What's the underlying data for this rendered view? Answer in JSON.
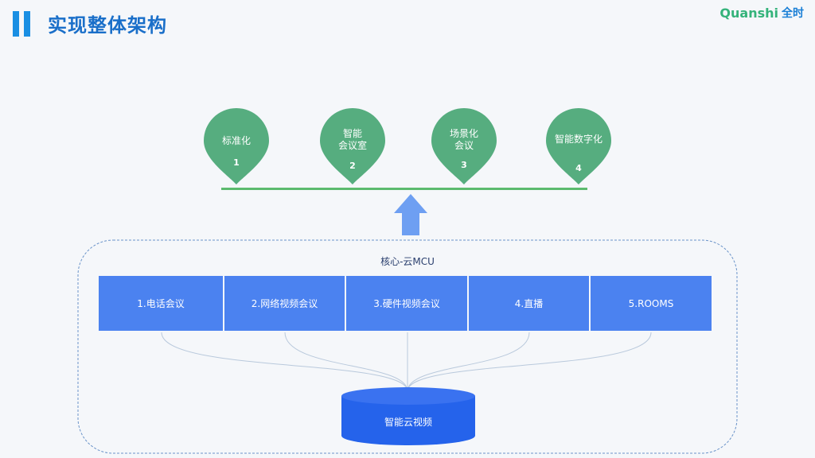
{
  "header": {
    "title": "实现整体架构"
  },
  "logo": {
    "brand": "Quanshi",
    "brand_cn": "全时"
  },
  "pins": [
    {
      "label": "标准化",
      "number": "1"
    },
    {
      "label": "智能\n会议室",
      "number": "2"
    },
    {
      "label": "场景化\n会议",
      "number": "3"
    },
    {
      "label": "智能数字化",
      "number": "4"
    }
  ],
  "core": {
    "label": "核心-云MCU",
    "modules": [
      "1.电话会议",
      "2.网络视频会议",
      "3.硬件视频会议",
      "4.直播",
      "5.ROOMS"
    ]
  },
  "database": {
    "label": "智能云视频"
  },
  "colors": {
    "title": "#1a6fc9",
    "pin": "#56ad7f",
    "baseline": "#5cba6e",
    "arrow": "#6e9ff2",
    "module": "#4b82f0",
    "database": "#2563eb",
    "frame": "#6a93c9"
  }
}
